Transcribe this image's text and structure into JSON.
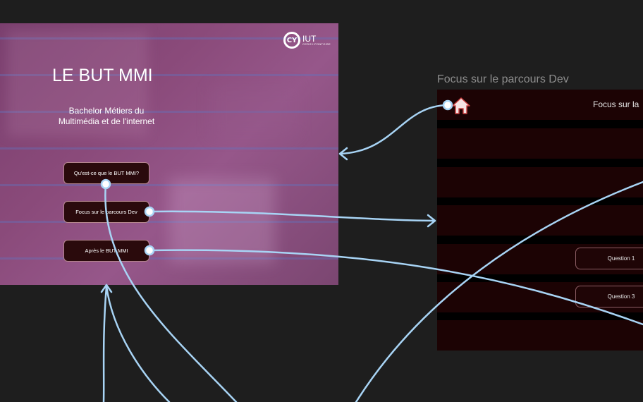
{
  "left_frame": {
    "logo": {
      "mark": "CY",
      "main": "IUT",
      "sub": "CERGY-PONTOISE"
    },
    "title": "LE BUT MMI",
    "subtitle_line1": "Bachelor Métiers du",
    "subtitle_line2": "Multimédia et de l'internet",
    "buttons": [
      {
        "label": "Qu'est-ce que le BUT MMI?"
      },
      {
        "label": "Focus sur le parcours Dev"
      },
      {
        "label": "Après le BUT MMI"
      }
    ]
  },
  "right_frame": {
    "frame_title": "Focus sur le parcours Dev",
    "header_text": "Focus sur la",
    "home_icon": "home-icon",
    "question_buttons": [
      {
        "label": "Question 1"
      },
      {
        "label": "Question 3"
      }
    ]
  },
  "colors": {
    "canvas": "#1e1e1e",
    "connector": "#a8d4f5",
    "right_frame_bg": "#1c0304"
  }
}
